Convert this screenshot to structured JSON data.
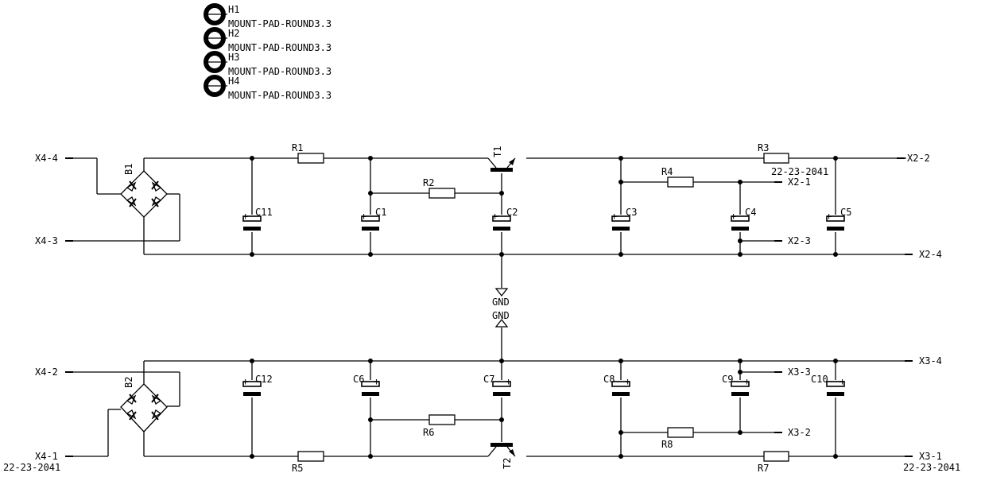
{
  "mount_holes": [
    {
      "ref": "H1",
      "value": "MOUNT-PAD-ROUND3.3"
    },
    {
      "ref": "H2",
      "value": "MOUNT-PAD-ROUND3.3"
    },
    {
      "ref": "H3",
      "value": "MOUNT-PAD-ROUND3.3"
    },
    {
      "ref": "H4",
      "value": "MOUNT-PAD-ROUND3.3"
    }
  ],
  "bridges": {
    "top": "B1",
    "bottom": "B2"
  },
  "transistors": {
    "top": "T1",
    "bottom": "T2"
  },
  "resistors": {
    "r1": "R1",
    "r2": "R2",
    "r3": "R3",
    "r4": "R4",
    "r5": "R5",
    "r6": "R6",
    "r7": "R7",
    "r8": "R8"
  },
  "capacitors": {
    "c1": "C1",
    "c2": "C2",
    "c3": "C3",
    "c4": "C4",
    "c5": "C5",
    "c6": "C6",
    "c7": "C7",
    "c8": "C8",
    "c9": "C9",
    "c10": "C10",
    "c11": "C11",
    "c12": "C12"
  },
  "connectors": {
    "x4_4": "X4-4",
    "x4_3": "X4-3",
    "x4_2": "X4-2",
    "x4_1": "X4-1",
    "x2_2": "X2-2",
    "x2_1": "X2-1",
    "x2_3": "X2-3",
    "x2_4": "X2-4",
    "x3_4": "X3-4",
    "x3_3": "X3-3",
    "x3_2": "X3-2",
    "x3_1": "X3-1"
  },
  "gnd_labels": [
    "GND",
    "GND"
  ],
  "part_numbers": {
    "left": "22-23-2041",
    "mid": "22-23-2041",
    "right": "22-23-2041"
  },
  "plus_sign": "+"
}
